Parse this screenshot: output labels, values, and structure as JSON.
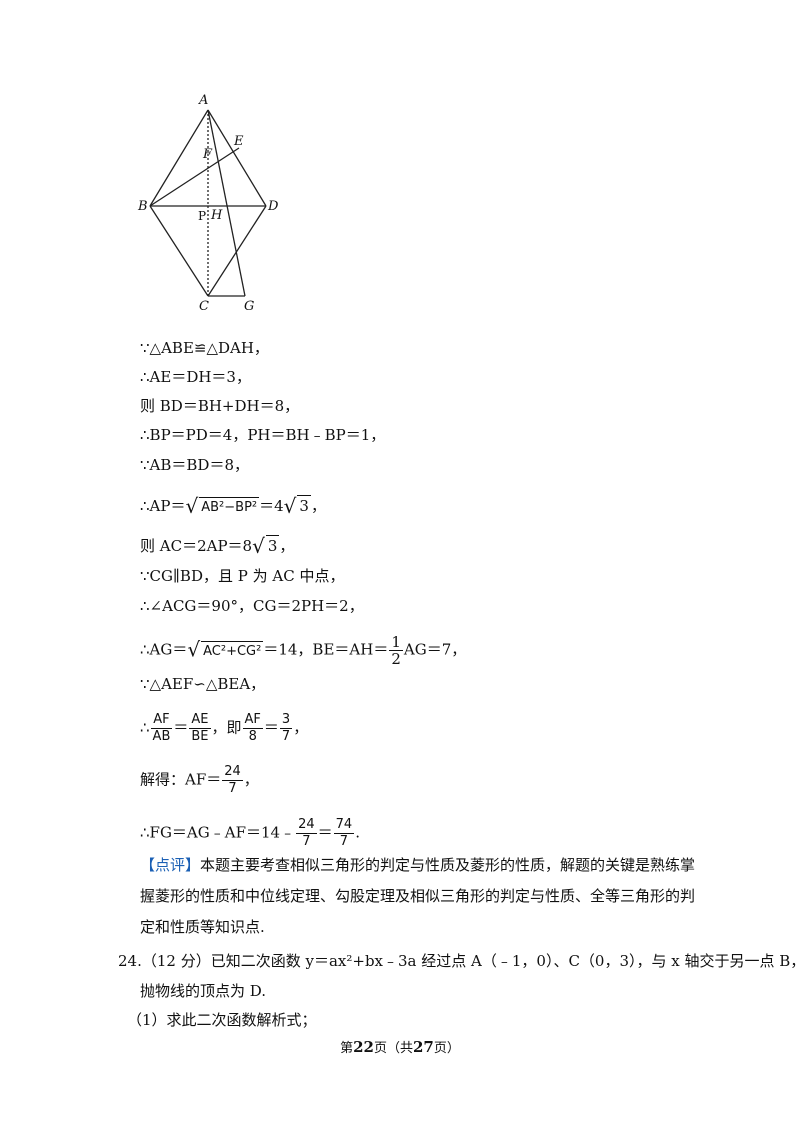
{
  "figure": {
    "labels": {
      "A": "A",
      "E": "E",
      "F": "F",
      "B": "B",
      "D": "D",
      "P": "P",
      "H": "H",
      "C": "C",
      "G": "G"
    }
  },
  "lines": {
    "l1": {
      "because": "∵",
      "text": "△ABE≌△DAH，"
    },
    "l2": {
      "therefore": "∴",
      "text": "AE＝DH＝3，"
    },
    "l3": {
      "text": "则 BD＝BH+DH＝8，"
    },
    "l4": {
      "therefore": "∴",
      "text": "BP＝PD＝4，PH＝BH﹣BP＝1，"
    },
    "l5": {
      "because": "∵",
      "text": "AB＝BD＝8，"
    },
    "l6": {
      "therefore": "∴",
      "prefix": "AP＝",
      "radicand": "AB²−BP²",
      "suffix": "＝4",
      "sqrt2": "3",
      "end": "，"
    },
    "l7": {
      "prefix": "则 AC＝2AP＝8",
      "sqrt": "3",
      "end": "，"
    },
    "l8": {
      "because": "∵",
      "text": "CG∥BD，且 P 为 AC 中点，"
    },
    "l9": {
      "therefore": "∴",
      "text": "∠ACG＝90°，CG＝2PH＝2，"
    },
    "l10": {
      "therefore": "∴",
      "prefix": "AG＝",
      "radicand": "AC²+CG²",
      "mid": "＝14，BE＝AH＝",
      "num": "1",
      "den": "2",
      "suffix": "AG＝7，"
    },
    "l11": {
      "because": "∵",
      "text": "△AEF∽△BEA，"
    },
    "l12": {
      "therefore": "∴",
      "n1": "AF",
      "d1": "AB",
      "eq": "＝",
      "n2": "AE",
      "d2": "BE",
      "mid": "，即",
      "n3": "AF",
      "d3": "8",
      "eq2": "＝",
      "n4": "3",
      "d4": "7",
      "end": "，"
    },
    "l13": {
      "prefix": "解得：AF＝",
      "num": "24",
      "den": "7",
      "end": "，"
    },
    "l14": {
      "therefore": "∴",
      "prefix": "FG＝AG﹣AF＝14﹣",
      "n1": "24",
      "d1": "7",
      "eq": "＝",
      "n2": "74",
      "d2": "7",
      "end": "."
    }
  },
  "comment": {
    "tag": "【点评】",
    "text": "本题主要考查相似三角形的判定与性质及菱形的性质，解题的关键是熟练掌握菱形的性质和中位线定理、勾股定理及相似三角形的判定与性质、全等三角形的判定和性质等知识点."
  },
  "question": {
    "number": "24.",
    "score": "（12 分）",
    "text": "已知二次函数 y＝ax²+bx﹣3a 经过点 A（﹣1，0）、C（0，3），与 x 轴交于另一点 B，",
    "text2": "抛物线的顶点为 D.",
    "part1": "（1）求此二次函数解析式；"
  },
  "footer": {
    "prefix": "第",
    "page": "22",
    "mid": "页（共",
    "total": "27",
    "suffix": "页）"
  }
}
